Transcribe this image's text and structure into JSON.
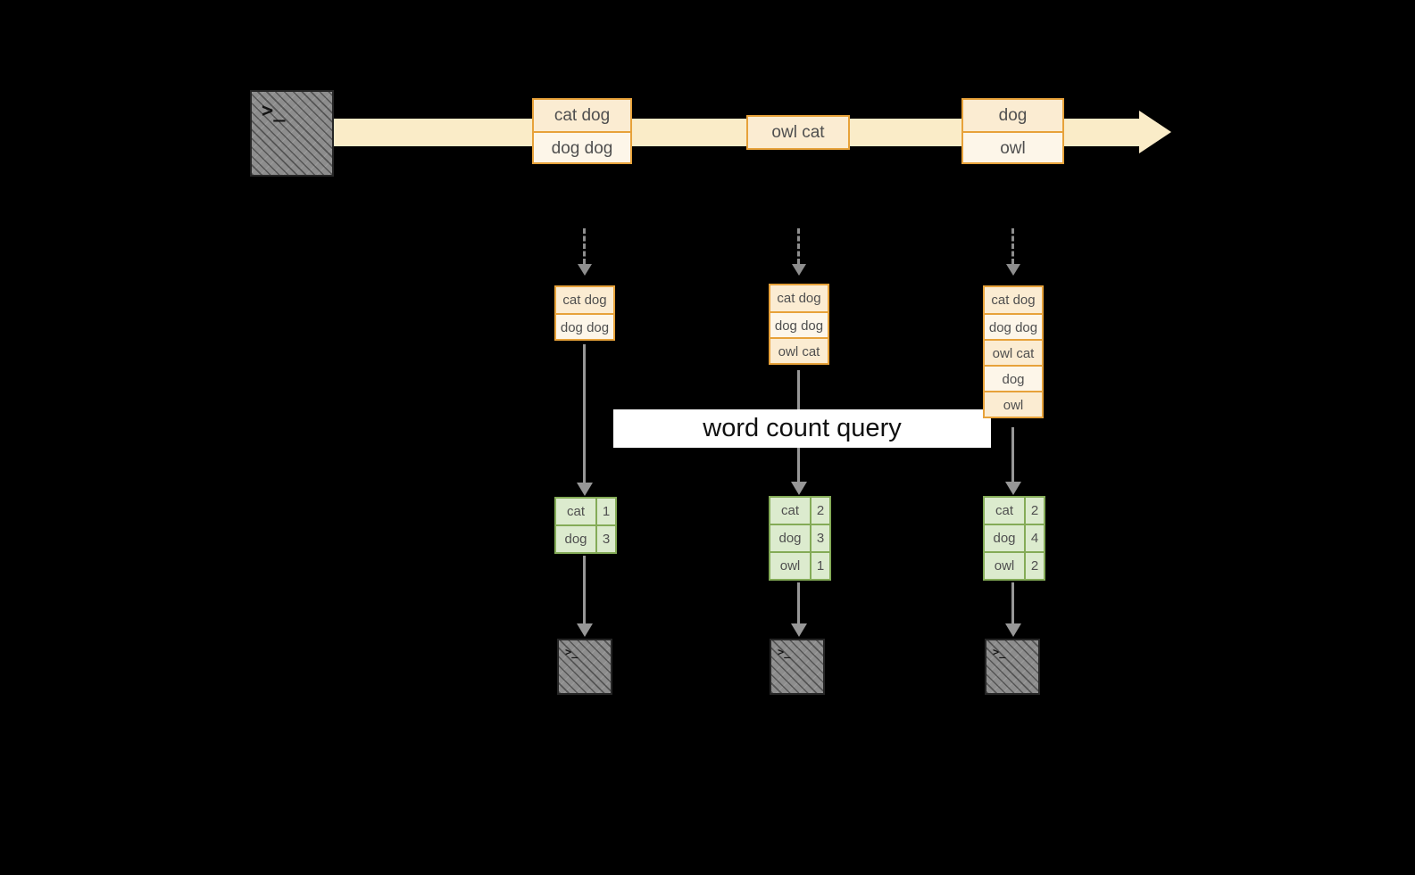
{
  "colors": {
    "background": "#000000",
    "stream_band": "#faecc8",
    "event_border": "#e7a23a",
    "event_fill_dark": "#fbecd2",
    "event_fill_light": "#fdf6e9",
    "table_border": "#84ab57",
    "table_fill": "#dcebce",
    "arrow_gray": "#979797",
    "terminal_gray": "#8d8d8d",
    "banner_bg": "#ffffff",
    "text_dark": "#4f4f4f"
  },
  "terminal_glyph": ">_",
  "stream_events": [
    {
      "rows": [
        "cat dog",
        "dog dog"
      ]
    },
    {
      "rows": [
        "owl cat"
      ]
    },
    {
      "rows": [
        "dog",
        "owl"
      ]
    }
  ],
  "banner": {
    "label": "word count query"
  },
  "stages": [
    {
      "buffer": [
        "cat dog",
        "dog dog"
      ],
      "counts": [
        {
          "word": "cat",
          "count": "1"
        },
        {
          "word": "dog",
          "count": "3"
        }
      ]
    },
    {
      "buffer": [
        "cat dog",
        "dog dog",
        "owl cat"
      ],
      "counts": [
        {
          "word": "cat",
          "count": "2"
        },
        {
          "word": "dog",
          "count": "3"
        },
        {
          "word": "owl",
          "count": "1"
        }
      ]
    },
    {
      "buffer": [
        "cat dog",
        "dog dog",
        "owl cat",
        "dog",
        "owl"
      ],
      "counts": [
        {
          "word": "cat",
          "count": "2"
        },
        {
          "word": "dog",
          "count": "4"
        },
        {
          "word": "owl",
          "count": "2"
        }
      ]
    }
  ]
}
